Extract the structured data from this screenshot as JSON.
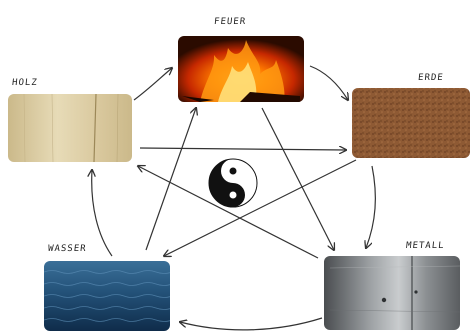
{
  "nodes": [
    {
      "id": "feuer",
      "label": "FEUER",
      "image": "fire-texture",
      "colors": [
        "#2b0b00",
        "#c62800",
        "#ff7a00",
        "#ffd24a"
      ]
    },
    {
      "id": "erde",
      "label": "ERDE",
      "image": "soil-texture",
      "colors": [
        "#6b3f22",
        "#8e5a34",
        "#a87045"
      ]
    },
    {
      "id": "metall",
      "label": "METALL",
      "image": "metal-texture",
      "colors": [
        "#4a4d50",
        "#9fa3a6",
        "#c9ccce"
      ]
    },
    {
      "id": "wasser",
      "label": "WASSER",
      "image": "water-texture",
      "colors": [
        "#0f2c4a",
        "#235178",
        "#3a6f98"
      ]
    },
    {
      "id": "holz",
      "label": "HOLZ",
      "image": "wood-texture",
      "colors": [
        "#cbb98a",
        "#e7dbb7",
        "#d8c79c"
      ]
    }
  ],
  "cycle_arrows": [
    {
      "from": "holz",
      "to": "feuer"
    },
    {
      "from": "feuer",
      "to": "erde"
    },
    {
      "from": "erde",
      "to": "metall"
    },
    {
      "from": "metall",
      "to": "wasser"
    },
    {
      "from": "wasser",
      "to": "holz"
    }
  ],
  "star_arrows": [
    {
      "from": "holz",
      "to": "erde"
    },
    {
      "from": "erde",
      "to": "wasser"
    },
    {
      "from": "wasser",
      "to": "feuer"
    },
    {
      "from": "feuer",
      "to": "metall"
    },
    {
      "from": "metall",
      "to": "holz"
    }
  ],
  "center_symbol": "yin-yang-icon"
}
